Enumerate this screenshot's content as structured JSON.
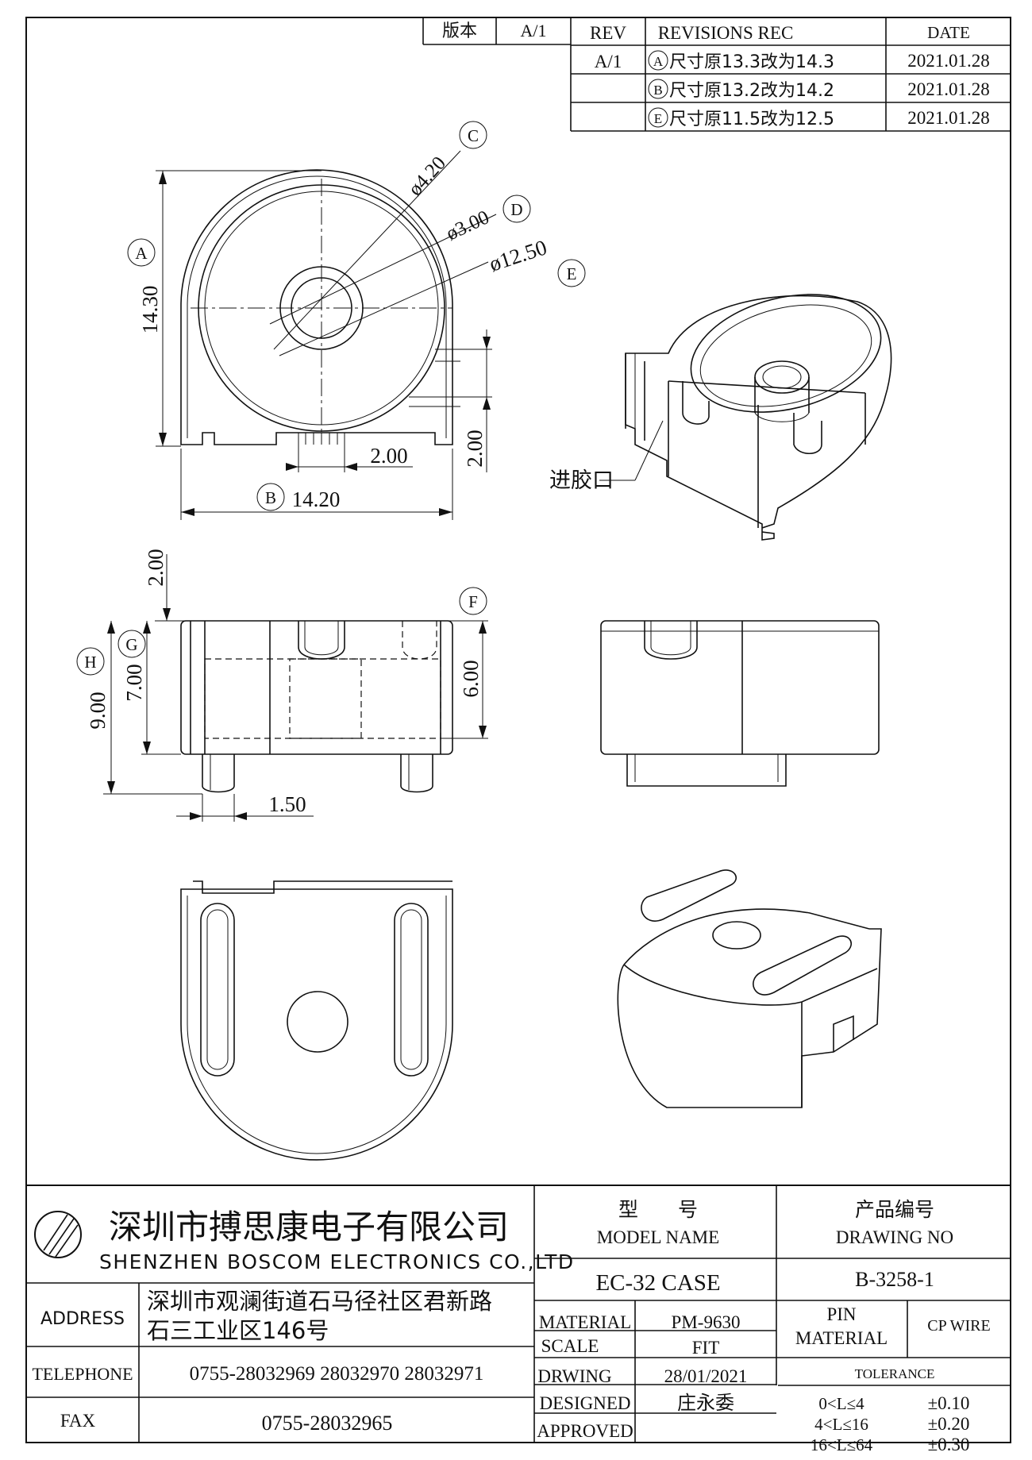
{
  "revision_table": {
    "version_label": "版本",
    "version_value": "A/1",
    "header_rev": "REV",
    "header_records": "REVISIONS REC",
    "header_date": "DATE",
    "rows": [
      {
        "rev": "A/1",
        "mark": "A",
        "text": "尺寸原13.3改为14.3",
        "date": "2021.01.28"
      },
      {
        "rev": "",
        "mark": "B",
        "text": "尺寸原13.2改为14.2",
        "date": "2021.01.28"
      },
      {
        "rev": "",
        "mark": "E",
        "text": "尺寸原11.5改为12.5",
        "date": "2021.01.28"
      }
    ]
  },
  "top_view": {
    "dim_a": "14.30",
    "dim_b": "14.20",
    "dia_c": "ø4.20",
    "dia_d": "ø3.00",
    "dia_e": "ø12.50",
    "slot_width": "2.00",
    "slot_depth": "2.00",
    "labels": {
      "a": "A",
      "b": "B",
      "c": "C",
      "d": "D",
      "e": "E"
    }
  },
  "iso_top": {
    "gate_label": "进胶口"
  },
  "front_view": {
    "dim_top": "2.00",
    "dim_h": "9.00",
    "dim_g": "7.00",
    "dim_f": "6.00",
    "pin_width": "1.50",
    "labels": {
      "f": "F",
      "g": "G",
      "h": "H"
    }
  },
  "title_block": {
    "company_cn": "深圳市搏思康电子有限公司",
    "company_en": "SHENZHEN BOSCOM ELECTRONICS CO.,LTD",
    "address_label": "ADDRESS",
    "address_line1": "深圳市观澜街道石马径社区君新路",
    "address_line2": "石三工业区146号",
    "telephone_label": "TELEPHONE",
    "telephone_value": "0755-28032969 28032970 28032971",
    "fax_label": "FAX",
    "fax_value": "0755-28032965",
    "model_cn": "型　　号",
    "model_en": "MODEL NAME",
    "model_value": "EC-32 CASE",
    "drawing_cn": "产品编号",
    "drawing_en": "DRAWING NO",
    "drawing_value": "B-3258-1",
    "material_label": "MATERIAL",
    "material_value": "PM-9630",
    "pin_material_label1": "PIN",
    "pin_material_label2": "MATERIAL",
    "pin_material_value": "CP WIRE",
    "scale_label": "SCALE",
    "scale_value": "FIT",
    "tolerance_label": "TOLERANCE",
    "drawing_date_label": "DRWING",
    "drawing_date_value": "28/01/2021",
    "designed_label": "DESIGNED",
    "designed_value": "庄永委",
    "approved_label": "APPROVED",
    "tolerances": [
      {
        "range": "0<L≤4",
        "value": "±0.10"
      },
      {
        "range": "4<L≤16",
        "value": "±0.20"
      },
      {
        "range": "16<L≤64",
        "value": "±0.30"
      }
    ]
  }
}
